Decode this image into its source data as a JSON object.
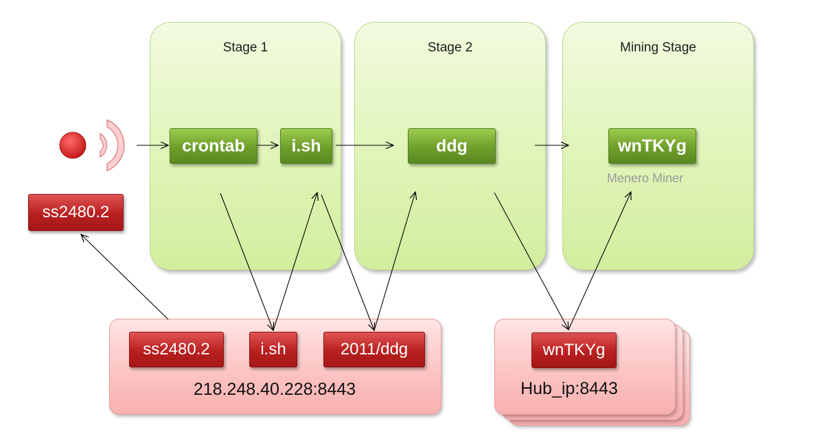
{
  "stages": [
    {
      "title": "Stage 1"
    },
    {
      "title": "Stage 2"
    },
    {
      "title": "Mining Stage"
    }
  ],
  "nodes": {
    "crontab": "crontab",
    "ish": "i.sh",
    "ddg": "ddg",
    "wntkyg": "wnTKYg",
    "miner_label": "Menero Miner",
    "ss_left": "ss2480.2"
  },
  "server1": {
    "items": [
      "ss2480.2",
      "i.sh",
      "2011/ddg"
    ],
    "address": "218.248.40.228:8443"
  },
  "server2": {
    "item": "wnTKYg",
    "address": "Hub_ip:8443"
  },
  "colors": {
    "green_box": "#6f9e2b",
    "red_box": "#b91f1f",
    "stage_bg": "#e0f4b8",
    "server_bg": "#fcc2c2",
    "signal_dot": "#d42020"
  },
  "icons": [
    "signal-broadcast-icon"
  ]
}
